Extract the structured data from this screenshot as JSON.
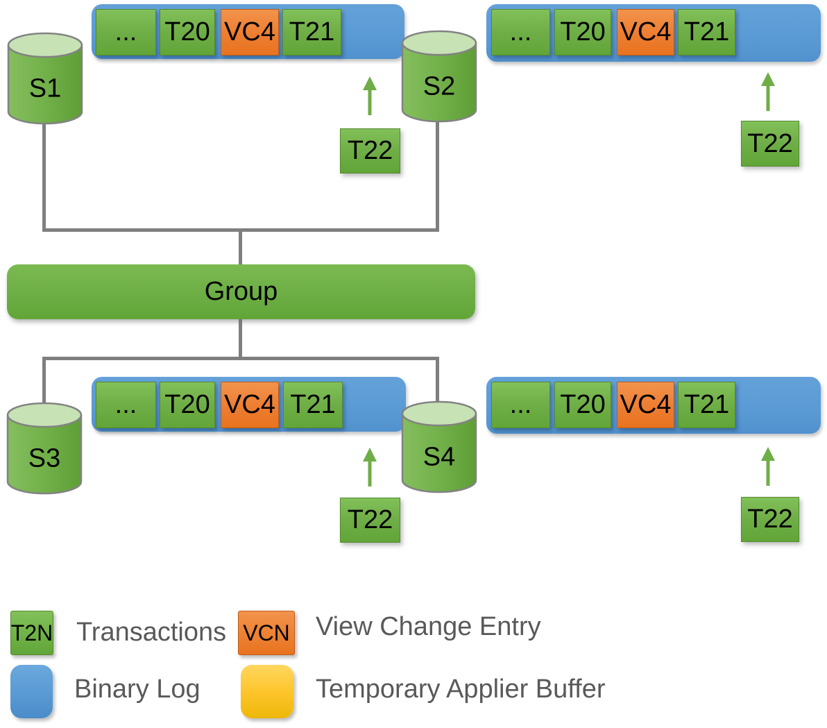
{
  "group": {
    "label": "Group"
  },
  "clusters": [
    {
      "position": "top-left",
      "server_left": "S1",
      "server_right": "S2",
      "entries": [
        "...",
        "T20",
        "VC4",
        "T21"
      ],
      "entry_types": [
        "transaction",
        "transaction",
        "view-change",
        "transaction"
      ],
      "pending_transaction": "T22"
    },
    {
      "position": "top-right",
      "entries": [
        "...",
        "T20",
        "VC4",
        "T21"
      ],
      "entry_types": [
        "transaction",
        "transaction",
        "view-change",
        "transaction"
      ],
      "pending_transaction": "T22"
    },
    {
      "position": "bottom-left",
      "server_left": "S3",
      "server_right": "S4",
      "entries": [
        "...",
        "T20",
        "VC4",
        "T21"
      ],
      "entry_types": [
        "transaction",
        "transaction",
        "view-change",
        "transaction"
      ],
      "pending_transaction": "T22"
    },
    {
      "position": "bottom-right",
      "entries": [
        "...",
        "T20",
        "VC4",
        "T21"
      ],
      "entry_types": [
        "transaction",
        "transaction",
        "view-change",
        "transaction"
      ],
      "pending_transaction": "T22"
    }
  ],
  "legend": {
    "items": [
      {
        "chip_label": "T2N",
        "label": "Transactions",
        "chip_color": "#6fae47"
      },
      {
        "chip_label": "VCN",
        "label": "View Change Entry",
        "chip_color": "#ed7d31"
      },
      {
        "chip_label": "",
        "label": "Binary Log",
        "chip_color": "#5b9bd5"
      },
      {
        "chip_label": "",
        "label": "Temporary Applier Buffer",
        "chip_color": "#fdc428"
      }
    ]
  },
  "colors": {
    "transaction_green": "#6fae47",
    "view_change_orange": "#ed7d31",
    "binary_log_blue": "#5b9bd5",
    "applier_buffer_yellow": "#fdc428",
    "connector_gray": "#7f7f7f",
    "arrow_green": "#6fad47",
    "legend_text_gray": "#595959"
  }
}
